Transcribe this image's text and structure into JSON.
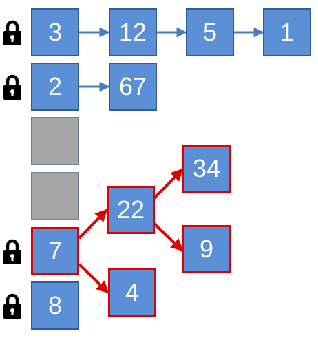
{
  "colors": {
    "node_fill": "#5b8fd6",
    "node_border": "#2f5c99",
    "highlight": "#e00000",
    "empty_fill": "#a6a6a6",
    "arrow": "#4a7ebb",
    "lock": "#000000"
  },
  "rows": {
    "row1": [
      "3",
      "12",
      "5",
      "1"
    ],
    "row2": [
      "2",
      "67"
    ],
    "row5": [
      "7",
      "22",
      "34",
      "9",
      "4"
    ],
    "row6": [
      "8"
    ]
  },
  "icons": {
    "lock": "lock-icon"
  }
}
